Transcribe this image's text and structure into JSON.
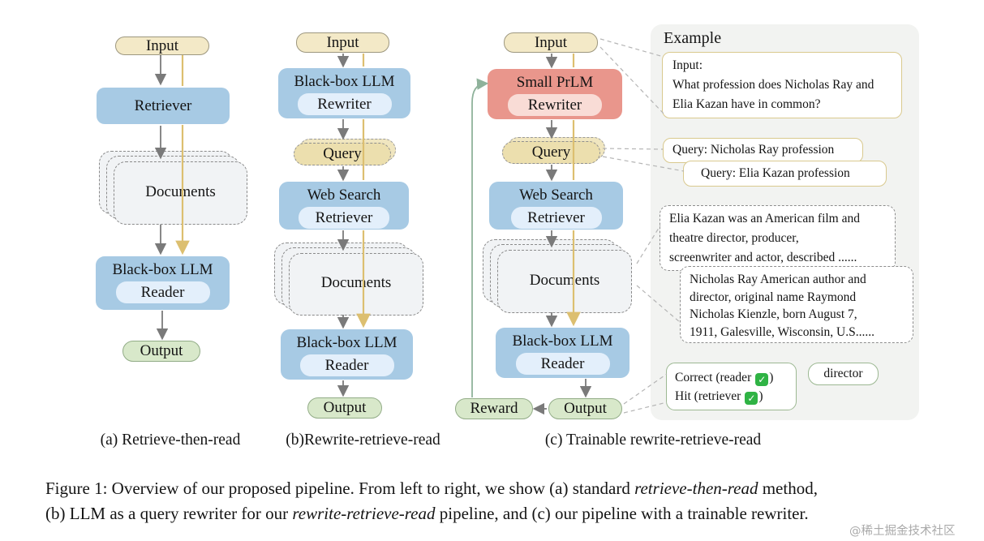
{
  "panels": {
    "a": {
      "caption": "(a) Retrieve-then-read",
      "input": "Input",
      "retriever": "Retriever",
      "documents": "Documents",
      "reader_title": "Black-box LLM",
      "reader_sub": "Reader",
      "output": "Output"
    },
    "b": {
      "caption": "(b)Rewrite-retrieve-read",
      "input": "Input",
      "rewriter_title": "Black-box LLM",
      "rewriter_sub": "Rewriter",
      "query": "Query",
      "retriever_title": "Web Search",
      "retriever_sub": "Retriever",
      "documents": "Documents",
      "reader_title": "Black-box LLM",
      "reader_sub": "Reader",
      "output": "Output"
    },
    "c": {
      "caption": "(c) Trainable rewrite-retrieve-read",
      "input": "Input",
      "rewriter_title": "Small PrLM",
      "rewriter_sub": "Rewriter",
      "query": "Query",
      "retriever_title": "Web Search",
      "retriever_sub": "Retriever",
      "documents": "Documents",
      "reader_title": "Black-box LLM",
      "reader_sub": "Reader",
      "reward": "Reward",
      "output": "Output"
    }
  },
  "example": {
    "title": "Example",
    "input_lines": [
      "Input:",
      "What profession does Nicholas Ray and",
      "Elia Kazan have in common?"
    ],
    "query1": "Query: Nicholas Ray profession",
    "query2": "Query: Elia Kazan profession",
    "doc1_lines": [
      "Elia Kazan was an American film and",
      "theatre director, producer,",
      "screenwriter and actor, described  ......"
    ],
    "doc2_lines": [
      "Nicholas Ray American author and",
      "director, original name Raymond",
      "Nicholas Kienzle, born August 7,",
      "1911, Galesville, Wisconsin, U.S......"
    ],
    "result": {
      "line1_pre": "Correct (reader",
      "line1_post": ")",
      "line2_pre": "Hit (retriever",
      "line2_post": ")",
      "check_glyph": "✓"
    },
    "answer": "director"
  },
  "figure_caption": {
    "line1_pre": "Figure 1:  Overview of our proposed pipeline. From left to right, we show (a) standard ",
    "line1_italic": "retrieve-then-read",
    "line1_post": " method,",
    "line2_pre": "(b) LLM as a query rewriter for our ",
    "line2_italic": "rewrite-retrieve-read",
    "line2_post": " pipeline, and (c) our pipeline with a trainable rewriter."
  },
  "watermark": "@稀土掘金技术社区",
  "colors": {
    "tan_fill": "#f3e9c7",
    "blue_box": "#a7cae4",
    "blue_inner": "#e3effb",
    "salmon_box": "#e9968c",
    "salmon_inner": "#f9dcd6",
    "green_fill": "#d8e8ca",
    "doc_fill": "#f1f3f5",
    "query_fill": "#ecdfae",
    "yellow_line": "#dcbf70",
    "green_line": "#8fb29b",
    "arrow_gray": "#7a7a7a",
    "example_bg": "#f2f3f1",
    "tan_border": "#d9c98e",
    "green_border": "#9cb892",
    "check_green": "#2fb344"
  }
}
